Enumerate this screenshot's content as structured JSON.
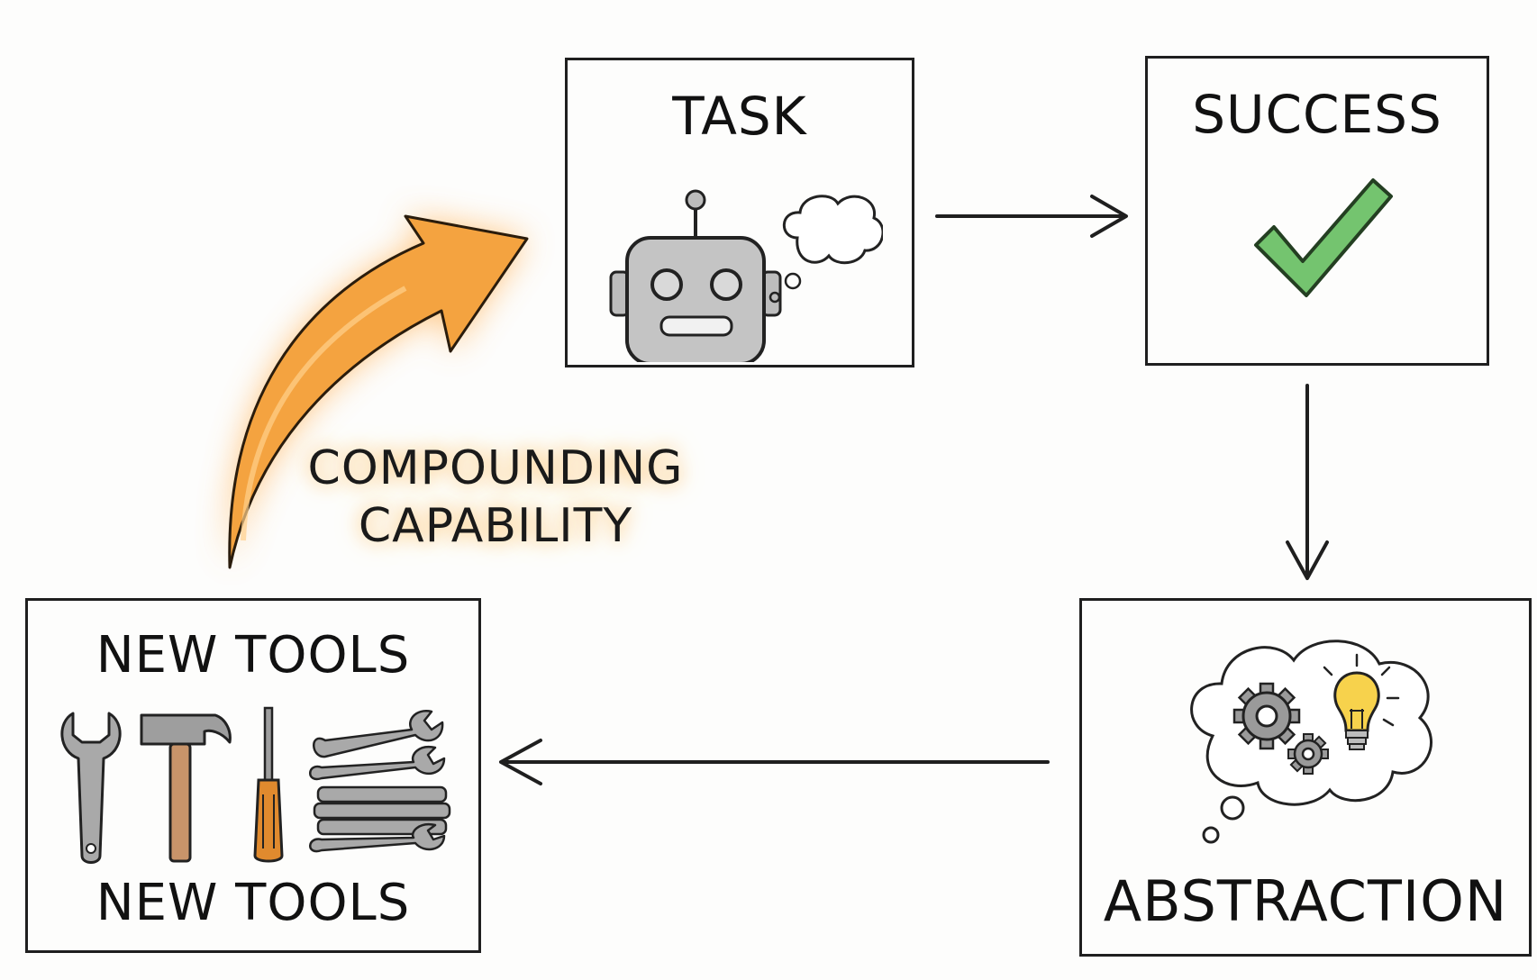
{
  "nodes": {
    "task": {
      "label": "TASK",
      "icon": "robot-icon",
      "secondary_icon": "thought-cloud-icon"
    },
    "success": {
      "label": "SUCCESS",
      "icon": "checkmark-icon",
      "accent": "#6cbf6a"
    },
    "abstraction": {
      "label": "ABSTRACTION",
      "icon": "thought-cloud-icon",
      "secondary_icons": [
        "gear-icon",
        "lightbulb-icon"
      ]
    },
    "new_tools": {
      "label_top": "NEW TOOLS",
      "label_bottom": "NEW TOOLS",
      "icons": [
        "wrench-icon",
        "hammer-icon",
        "screwdriver-icon",
        "wrench-stack-icon"
      ]
    }
  },
  "edges": [
    {
      "from": "task",
      "to": "success"
    },
    {
      "from": "success",
      "to": "abstraction"
    },
    {
      "from": "abstraction",
      "to": "new_tools"
    },
    {
      "from": "new_tools",
      "to": "task",
      "label_line1": "COMPOUNDING",
      "label_line2": "CAPABILITY",
      "accent": "#f29a2e"
    }
  ]
}
